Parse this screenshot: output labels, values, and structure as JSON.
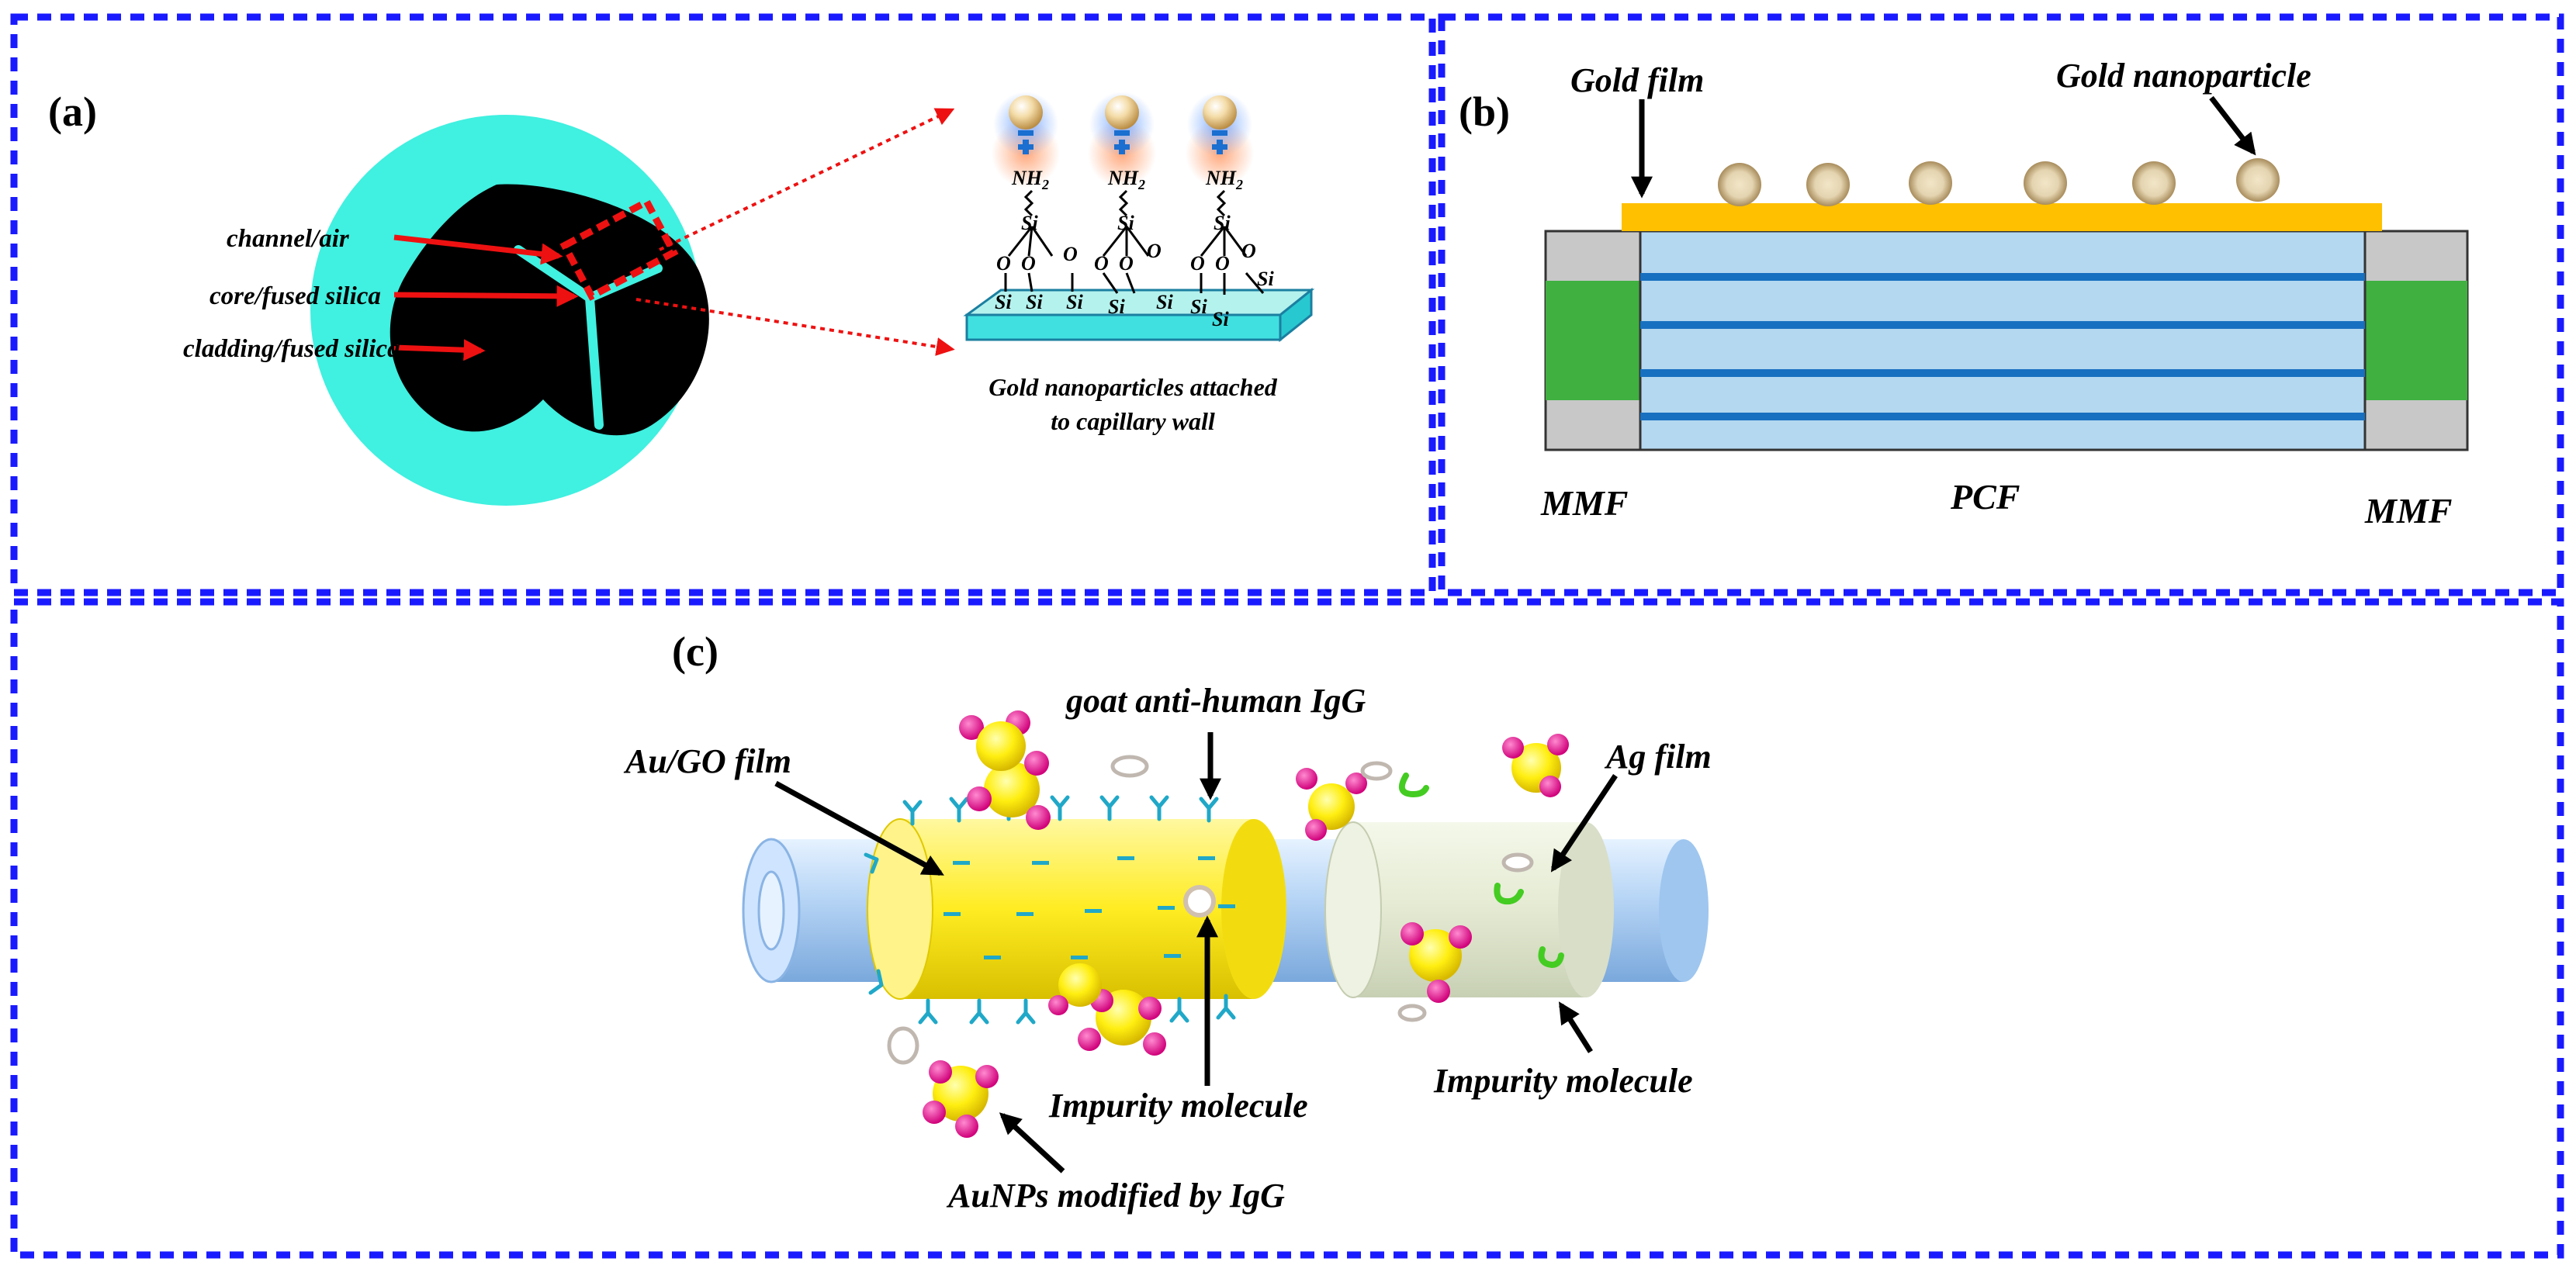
{
  "panels": {
    "a": {
      "label": "(a)",
      "channel_label": "channel/air",
      "core_label": "core/fused silica",
      "cladding_label": "cladding/fused silica",
      "caption_line1": "Gold nanoparticles attached",
      "caption_line2": "to capillary wall",
      "chem": {
        "nh2": "NH",
        "sub2": "2",
        "si": "Si",
        "o": "O"
      }
    },
    "b": {
      "label": "(b)",
      "gold_film_label": "Gold film",
      "gold_nanoparticle_label": "Gold nanoparticle",
      "left_fiber_label": "MMF",
      "center_fiber_label": "PCF",
      "right_fiber_label": "MMF"
    },
    "c": {
      "label": "(c)",
      "au_go_label": "Au/GO film",
      "antibody_label": "goat anti-human IgG",
      "ag_film_label": "Ag film",
      "impurity_label_center": "Impurity molecule",
      "impurity_label_right": "Impurity molecule",
      "aunp_label": "AuNPs modified by IgG"
    }
  },
  "colors": {
    "panel_border": "#1a1aff",
    "cladding": "#40f0e0",
    "arrow_red": "#ee1111",
    "gold_film": "#ffc000",
    "mmf_green": "#40b040",
    "pcf_fill": "#b4d8f0",
    "pcf_lines": "#1870c0",
    "fiber_blue": "#b8d8f8",
    "au_yellow": "#ffee22",
    "ag_film": "#e6ecd6",
    "antigen_pink": "#ee1188",
    "antibody_teal": "#20a8c8"
  }
}
